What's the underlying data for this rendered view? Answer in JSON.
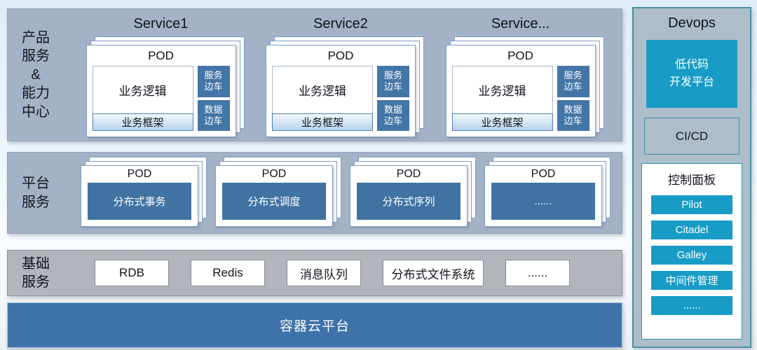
{
  "colors": {
    "band_blue_gray": "#a3b2c7",
    "band_gray": "#b2b5bb",
    "steel_blue_bar": "#4173a2",
    "sidecar_blue": "#4475a7",
    "container_band_blue": "#3e72a9",
    "teal": "#189cc6",
    "devops_bg": "#adbeca",
    "card_border": "#7f9dc0"
  },
  "products_band": {
    "label": "产品\n服务\n&\n能力\n中心",
    "services": [
      {
        "title": "Service1",
        "pod_title": "POD",
        "logic": "业务逻辑",
        "framework": "业务框架",
        "sidecar1": "服务\n边车",
        "sidecar2": "数据\n边车"
      },
      {
        "title": "Service2",
        "pod_title": "POD",
        "logic": "业务逻辑",
        "framework": "业务框架",
        "sidecar1": "服务\n边车",
        "sidecar2": "数据\n边车"
      },
      {
        "title": "Service...",
        "pod_title": "POD",
        "logic": "业务逻辑",
        "framework": "业务框架",
        "sidecar1": "服务\n边车",
        "sidecar2": "数据\n边车"
      }
    ]
  },
  "platform_band": {
    "label": "平台\n服务",
    "pods": [
      {
        "pod_title": "POD",
        "service": "分布式事务"
      },
      {
        "pod_title": "POD",
        "service": "分布式调度"
      },
      {
        "pod_title": "POD",
        "service": "分布式序列"
      },
      {
        "pod_title": "POD",
        "service": "......"
      }
    ]
  },
  "infra_band": {
    "label": "基础\n服务",
    "items": [
      "RDB",
      "Redis",
      "消息队列",
      "分布式文件系统",
      "......"
    ]
  },
  "container_band": {
    "label": "容器云平台"
  },
  "devops": {
    "title": "Devops",
    "lowcode": "低代码\n开发平台",
    "cicd": "CI/CD",
    "panel_title": "控制面板",
    "buttons": [
      "Pilot",
      "Citadel",
      "Galley",
      "中间件管理",
      "......"
    ]
  }
}
